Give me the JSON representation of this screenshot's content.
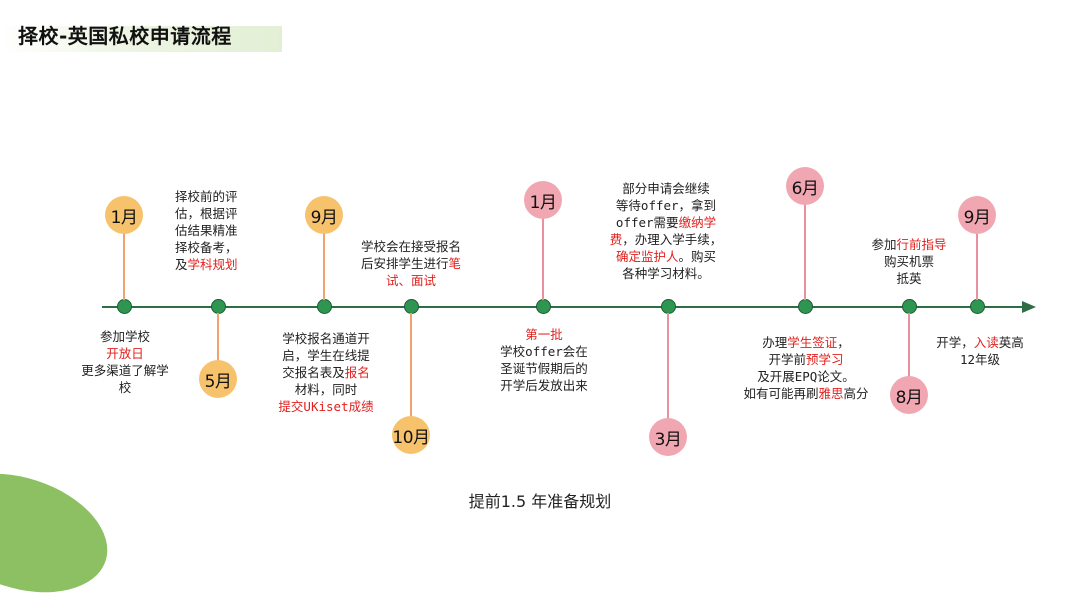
{
  "title": "择校-英国私校申请流程",
  "caption": "提前1.5 年准备规划",
  "colors": {
    "orange": "#f7c26c",
    "pink": "#f0a7b2",
    "timeline": "#2f6e45",
    "node": "#2f9652",
    "highlight": "#e0211e"
  },
  "months": {
    "m1": "1月",
    "m2": "5月",
    "m3": "9月",
    "m4": "10月",
    "m5": "1月",
    "m6": "3月",
    "m7": "6月",
    "m8": "8月",
    "m9": "9月"
  },
  "notes": {
    "n1": {
      "l1": "参加学校",
      "l2": "开放日",
      "l3": "更多渠道了解学",
      "l4": "校"
    },
    "n2": {
      "l1": "择校前的评",
      "l2": "估，根据评",
      "l3": "估结果精准",
      "l4": "择校备考，",
      "l5a": "及",
      "l5b": "学科规划"
    },
    "n3": {
      "l1": "学校报名通道开",
      "l2": "启，学生在线提",
      "l3a": "交报名表及",
      "l3b": "报名",
      "l4": "材料，同时",
      "l5": "提交UKiset成绩"
    },
    "n4": {
      "l1": "学校会在接受报名",
      "l2a": "后安排学生进行",
      "l2b": "笔",
      "l3": "试、面试"
    },
    "n5": {
      "l1": "第一批",
      "l2": "学校offer会在",
      "l3": "圣诞节假期后的",
      "l4": "开学后发放出来"
    },
    "n6": {
      "l1": "部分申请会继续",
      "l2": "等待offer，拿到",
      "l3a": "offer需要",
      "l3b": "缴纳学",
      "l4a": "费",
      "l4b": "，办理入学手续，",
      "l5a": "确定监护人",
      "l5b": "。购买",
      "l6": "各种学习材料。"
    },
    "n7": {
      "l1a": "办理",
      "l1b": "学生签证",
      "l1c": "，",
      "l2a": "开学前",
      "l2b": "预学习",
      "l3": "及开展EPQ论文。",
      "l4a": "如有可能再刷",
      "l4b": "雅思",
      "l4c": "高分"
    },
    "n8": {
      "l1a": "参加",
      "l1b": "行前指导",
      "l2": "购买机票",
      "l3": "抵英"
    },
    "n9": {
      "l1a": "开学，",
      "l1b": "入读",
      "l1c": "英高",
      "l2": "12年级"
    }
  }
}
